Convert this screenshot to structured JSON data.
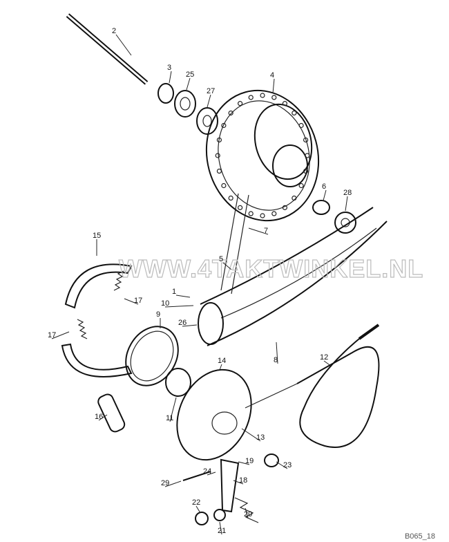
{
  "diagram": {
    "watermark": "WWW.4TAKTWINKEL.NL",
    "code": "B065_18",
    "labels": [
      "2",
      "3",
      "25",
      "27",
      "4",
      "6",
      "28",
      "7",
      "5",
      "15",
      "17",
      "17",
      "1",
      "10",
      "26",
      "9",
      "8",
      "12",
      "14",
      "11",
      "16",
      "13",
      "19",
      "23",
      "24",
      "18",
      "29",
      "22",
      "20",
      "21"
    ]
  }
}
